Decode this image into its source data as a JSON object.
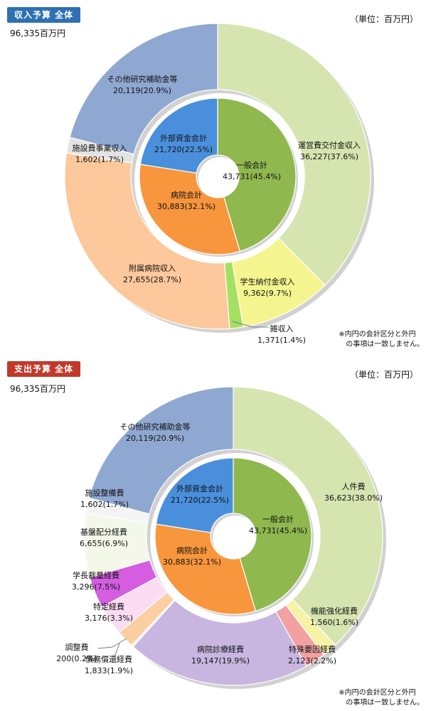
{
  "income": {
    "tag": "収入予算 全体",
    "total": "96,335百万円",
    "unit": "（単位：百万円）",
    "note": [
      "※内円の会計区分と外円",
      "の事項は一致しません。"
    ]
  },
  "expense": {
    "tag": "支出予算 全体",
    "total": "96,335百万円",
    "unit": "（単位：百万円）",
    "note": [
      "※内円の会計区分と外円",
      "の事項は一致しません。"
    ]
  },
  "chart_data": [
    {
      "type": "pie",
      "panel": "income",
      "ring": "inner",
      "colors": [
        "#8fb84e",
        "#f7963c",
        "#4a8fdc"
      ],
      "slices": [
        {
          "label": "一般会計",
          "value": 43731,
          "display": "43,731(45.4%)"
        },
        {
          "label": "病院会計",
          "value": 30883,
          "display": "30,883(32.1%)"
        },
        {
          "label": "外部資金会計",
          "value": 21720,
          "display": "21,720(22.5%)"
        }
      ]
    },
    {
      "type": "pie",
      "panel": "income",
      "ring": "outer",
      "colors": [
        "#d6e4b0",
        "#f5f58f",
        "#a6e060",
        "#fcc89c",
        "#e3e3e3",
        "#8fa8d2"
      ],
      "slices": [
        {
          "label": "運営費交付金収入",
          "value": 36227,
          "display": "36,227(37.6%)"
        },
        {
          "label": "学生納付金収入",
          "value": 9362,
          "display": "9,362(9.7%)"
        },
        {
          "label": "雑収入",
          "value": 1371,
          "display": "1,371(1.4%)"
        },
        {
          "label": "附属病院収入",
          "value": 27655,
          "display": "27,655(28.7%)"
        },
        {
          "label": "施設費事業収入",
          "value": 1602,
          "display": "1,602(1.7%)"
        },
        {
          "label": "その他研究補助金等",
          "value": 20119,
          "display": "20,119(20.9%)"
        }
      ]
    },
    {
      "type": "pie",
      "panel": "expense",
      "ring": "inner",
      "colors": [
        "#8fb84e",
        "#f7963c",
        "#4a8fdc"
      ],
      "slices": [
        {
          "label": "一般会計",
          "value": 43731,
          "display": "43,731(45.4%)"
        },
        {
          "label": "病院会計",
          "value": 30883,
          "display": "30,883(32.1%)"
        },
        {
          "label": "外部資金会計",
          "value": 21720,
          "display": "21,720(22.5%)"
        }
      ]
    },
    {
      "type": "pie",
      "panel": "expense",
      "ring": "outer",
      "colors": [
        "#d6e4b0",
        "#f7f3a6",
        "#f2a0a0",
        "#c8b6e0",
        "#f2f2f2",
        "#fccfa3",
        "#fbdcf2",
        "#d45de0",
        "#f4f8e8",
        "#f4f4f4",
        "#8fa8d2"
      ],
      "slices": [
        {
          "label": "人件費",
          "value": 36623,
          "display": "36,623(38.0%)"
        },
        {
          "label": "機能強化経費",
          "value": 1560,
          "display": "1,560(1.6%)"
        },
        {
          "label": "特殊要因経費",
          "value": 2123,
          "display": "2,123(2.2%)"
        },
        {
          "label": "病院診療経費",
          "value": 19147,
          "display": "19,147(19.9%)"
        },
        {
          "label": "調整費",
          "value": 200,
          "display": "200(0.2%)"
        },
        {
          "label": "債務償還経費",
          "value": 1833,
          "display": "1,833(1.9%)"
        },
        {
          "label": "特定経費",
          "value": 3176,
          "display": "3,176(3.3%)"
        },
        {
          "label": "学長裁量経費",
          "value": 3296,
          "display": "3,296(7.5%)"
        },
        {
          "label": "基盤配分経費",
          "value": 6655,
          "display": "6,655(6.9%)"
        },
        {
          "label": "施設整備費",
          "value": 1602,
          "display": "1,602(1.7%)"
        },
        {
          "label": "その他研究補助金等",
          "value": 20119,
          "display": "20,119(20.9%)"
        }
      ]
    }
  ]
}
